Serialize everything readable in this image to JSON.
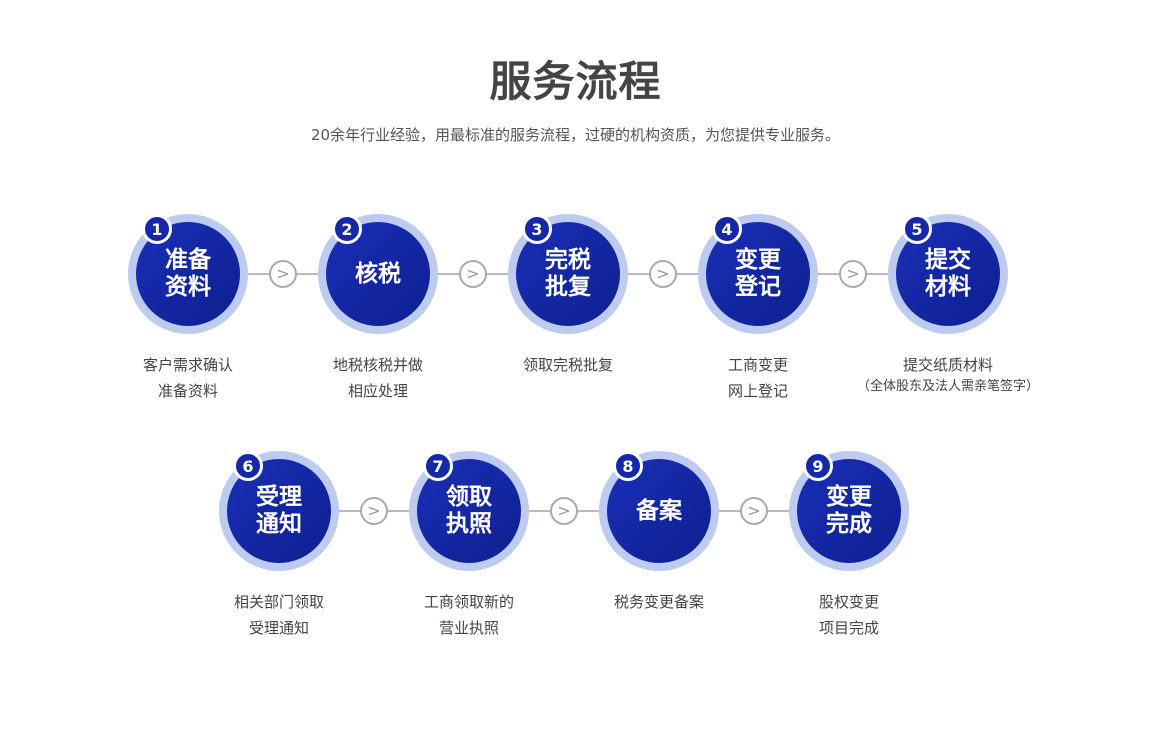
{
  "header": {
    "title": "服务流程",
    "subtitle": "20余年行业经验，用最标准的服务流程，过硬的机构资质，为您提供专业服务。"
  },
  "colors": {
    "core": "#1a2fb8",
    "ring": "#bccbef"
  },
  "steps": [
    {
      "num": "1",
      "name": "准备\n资料",
      "desc": "客户需求确认\n准备资料"
    },
    {
      "num": "2",
      "name": "核税",
      "desc": "地税核税并做\n相应处理"
    },
    {
      "num": "3",
      "name": "完税\n批复",
      "desc": "领取完税批复"
    },
    {
      "num": "4",
      "name": "变更\n登记",
      "desc": "工商变更\n网上登记"
    },
    {
      "num": "5",
      "name": "提交\n材料",
      "desc": "提交纸质材料",
      "note": "（全体股东及法人需亲笔签字）"
    },
    {
      "num": "6",
      "name": "受理\n通知",
      "desc": "相关部门领取\n受理通知"
    },
    {
      "num": "7",
      "name": "领取\n执照",
      "desc": "工商领取新的\n营业执照"
    },
    {
      "num": "8",
      "name": "备案",
      "desc": "税务变更备案"
    },
    {
      "num": "9",
      "name": "变更\n完成",
      "desc": "股权变更\n项目完成"
    }
  ]
}
